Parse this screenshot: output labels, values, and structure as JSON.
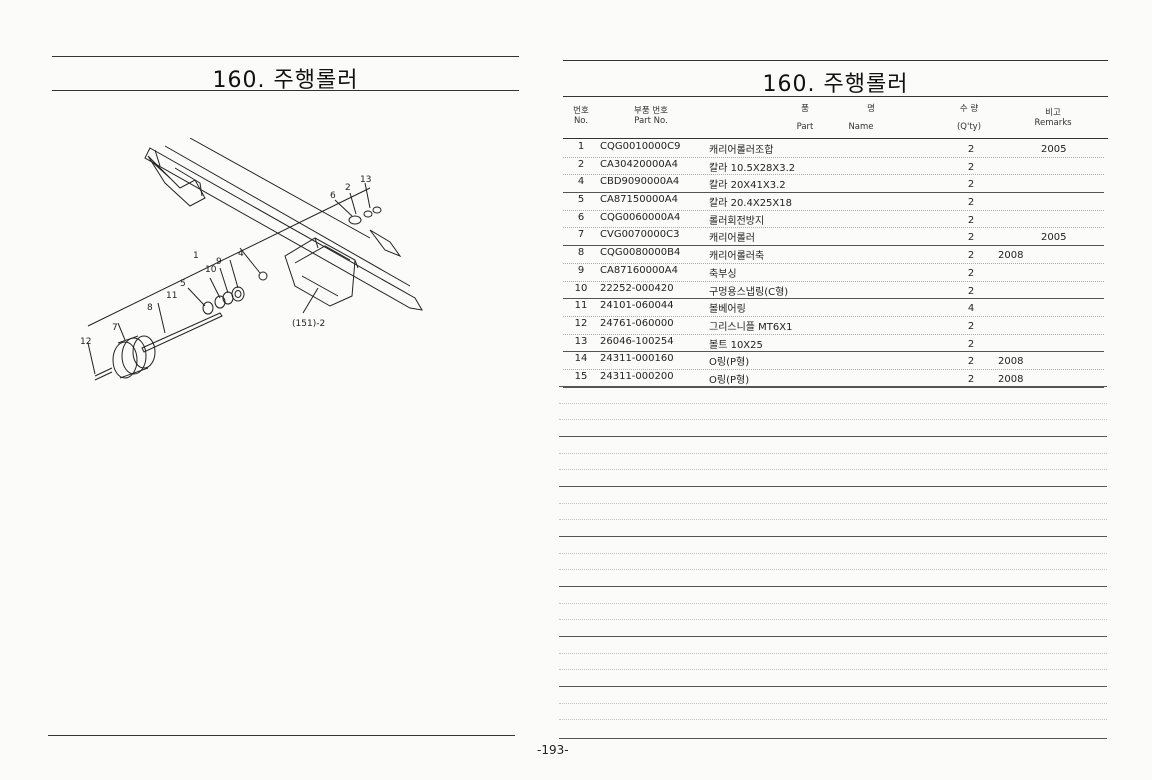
{
  "left_page": {
    "title": "160. 주행롤러",
    "callouts": [
      "13",
      "2",
      "6",
      "4",
      "9",
      "10",
      "1",
      "5",
      "11",
      "8",
      "7",
      "12",
      "(151)-2"
    ]
  },
  "right_page": {
    "title": "160. 주행롤러",
    "header": {
      "no_ko": "번호",
      "no_en": "No.",
      "part_no_ko": "부품 번호",
      "part_no_en": "Part  No.",
      "name_ko_left": "품",
      "name_ko_right": "명",
      "name_en_left": "Part",
      "name_en_right": "Name",
      "qty_ko": "수  량",
      "qty_en": "(Q'ty)",
      "remarks_ko": "비고",
      "remarks_en": "Remarks"
    },
    "rows": [
      {
        "no": "1",
        "part": "CQG0010000C9",
        "name": "캐리어롤러조합",
        "qty": "2",
        "remarks": "2005",
        "rem_pos": "far"
      },
      {
        "no": "2",
        "part": "CA30420000A4",
        "name": "칼라 10.5X28X3.2",
        "qty": "2",
        "remarks": "",
        "rem_pos": "far"
      },
      {
        "no": "4",
        "part": "CBD9090000A4",
        "name": "칼라 20X41X3.2",
        "qty": "2",
        "remarks": "",
        "rem_pos": "far"
      },
      {
        "no": "5",
        "part": "CA87150000A4",
        "name": "칼라 20.4X25X18",
        "qty": "2",
        "remarks": "",
        "rem_pos": "far"
      },
      {
        "no": "6",
        "part": "CQG0060000A4",
        "name": "롤러회전방지",
        "qty": "2",
        "remarks": "",
        "rem_pos": "far"
      },
      {
        "no": "7",
        "part": "CVG0070000C3",
        "name": "캐리어롤러",
        "qty": "2",
        "remarks": "2005",
        "rem_pos": "far"
      },
      {
        "no": "8",
        "part": "CQG0080000B4",
        "name": "캐리어롤러축",
        "qty": "2",
        "remarks": "2008",
        "rem_pos": "near"
      },
      {
        "no": "9",
        "part": "CA87160000A4",
        "name": "축부싱",
        "qty": "2",
        "remarks": "",
        "rem_pos": "far"
      },
      {
        "no": "10",
        "part": "22252-000420",
        "name": "구멍용스냅링(C형)",
        "qty": "2",
        "remarks": "",
        "rem_pos": "far"
      },
      {
        "no": "11",
        "part": "24101-060044",
        "name": "볼베어링",
        "qty": "4",
        "remarks": "",
        "rem_pos": "far"
      },
      {
        "no": "12",
        "part": "24761-060000",
        "name": "그리스니플 MT6X1",
        "qty": "2",
        "remarks": "",
        "rem_pos": "far"
      },
      {
        "no": "13",
        "part": "26046-100254",
        "name": "볼트 10X25",
        "qty": "2",
        "remarks": "",
        "rem_pos": "far"
      },
      {
        "no": "14",
        "part": "24311-000160",
        "name": "O링(P형)",
        "qty": "2",
        "remarks": "2008",
        "rem_pos": "near"
      },
      {
        "no": "15",
        "part": "24311-000200",
        "name": "O링(P형)",
        "qty": "2",
        "remarks": "2008",
        "rem_pos": "near"
      }
    ],
    "page_number": "-193-"
  }
}
